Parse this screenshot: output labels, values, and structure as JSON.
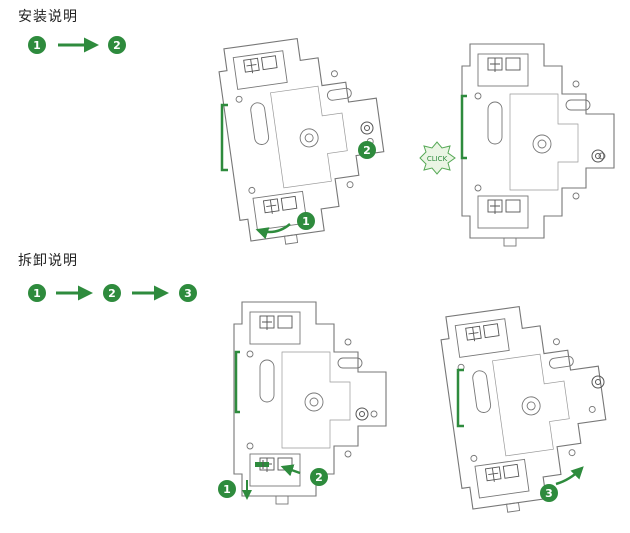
{
  "install": {
    "title": "安装说明",
    "sequence": [
      "1",
      "2"
    ],
    "step_labels": [
      "1",
      "2"
    ],
    "click_text": "CLICK"
  },
  "removal": {
    "title": "拆卸说明",
    "sequence": [
      "1",
      "2",
      "3"
    ],
    "step_labels": [
      "1",
      "2",
      "3"
    ]
  },
  "colors": {
    "accent": "#2e8b3d",
    "line": "#777777",
    "text": "#222222"
  }
}
